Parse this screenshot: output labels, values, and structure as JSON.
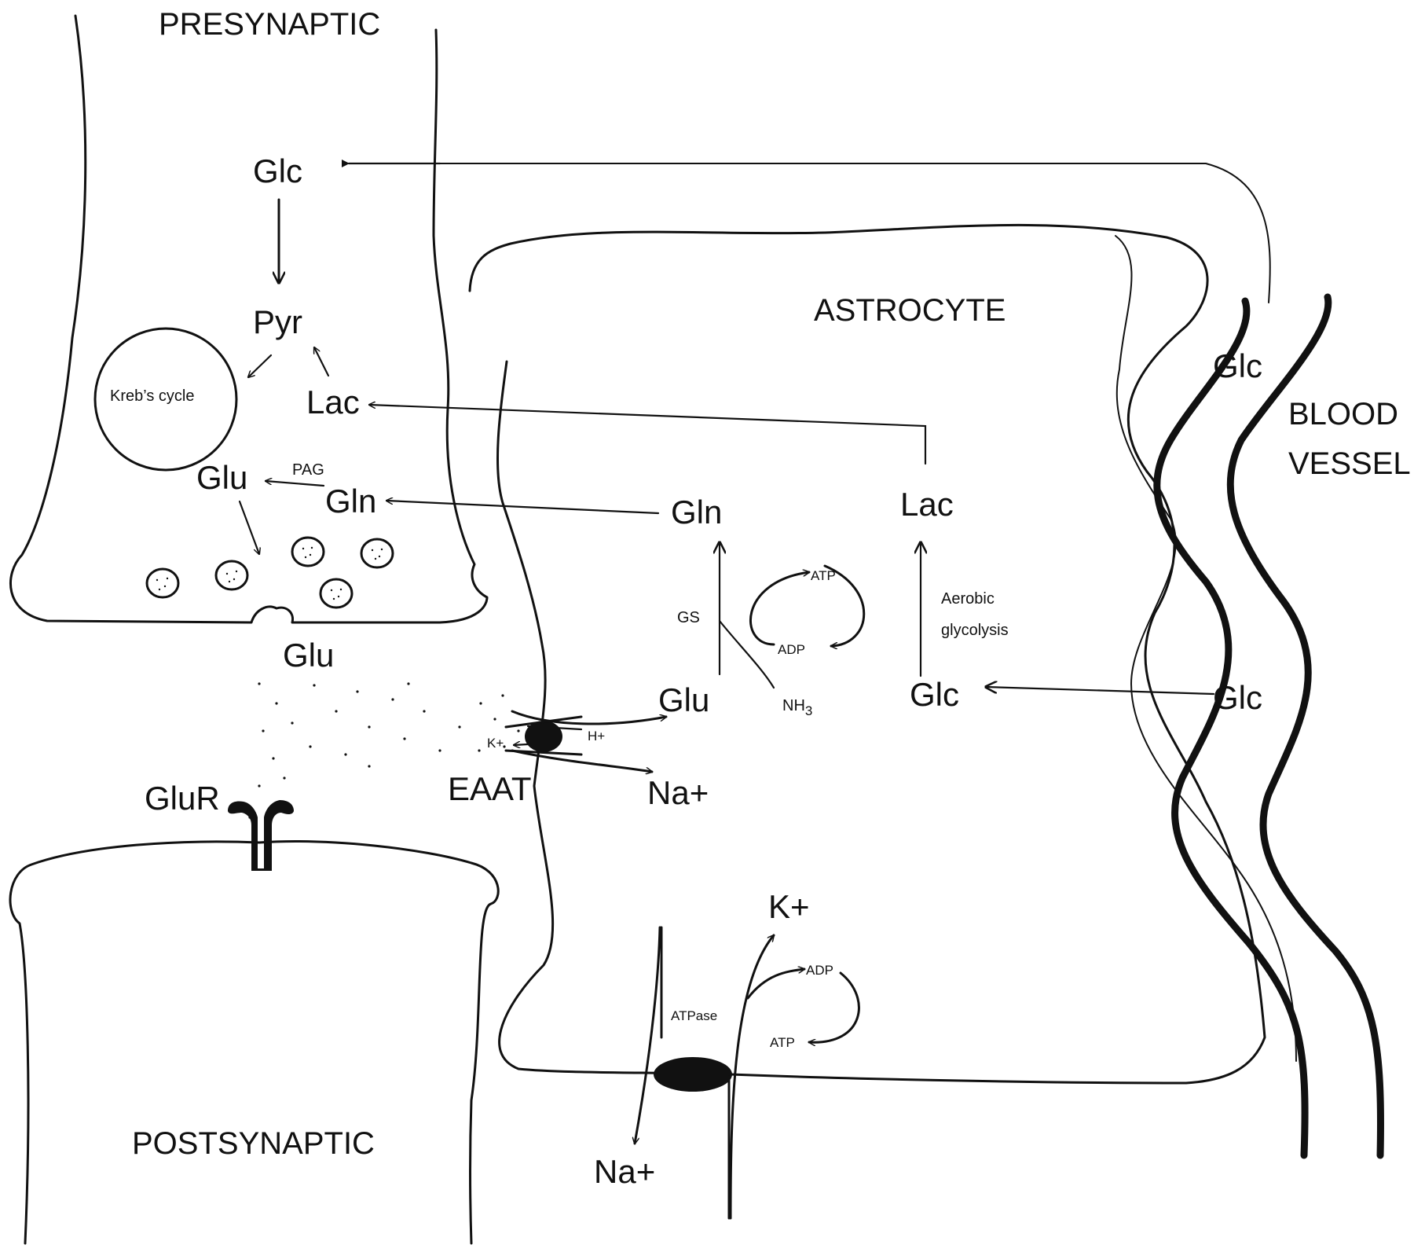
{
  "regions": {
    "presynaptic": "PRESYNAPTIC",
    "postsynaptic": "POSTSYNAPTIC",
    "astrocyte": "ASTROCYTE",
    "blood_vessel_line1": "BLOOD",
    "blood_vessel_line2": "VESSEL"
  },
  "presynaptic": {
    "glc": "Glc",
    "pyr": "Pyr",
    "krebs": "Kreb’s cycle",
    "lac": "Lac",
    "glu": "Glu",
    "pag": "PAG",
    "gln": "Gln"
  },
  "cleft": {
    "glu": "Glu",
    "glur": "GluR"
  },
  "eaat": {
    "label": "EAAT",
    "h": "H+",
    "k": "K+",
    "na": "Na+"
  },
  "astrocyte": {
    "glu": "Glu",
    "gln": "Gln",
    "gs": "GS",
    "nh3_main": "NH",
    "nh3_sub": "3",
    "atp": "ATP",
    "adp": "ADP",
    "lac": "Lac",
    "glc": "Glc",
    "aerobic_line1": "Aerobic",
    "aerobic_line2": "glycolysis"
  },
  "vessel": {
    "glc_top": "Glc",
    "glc_bottom": "Glc"
  },
  "atpase": {
    "label": "ATPase",
    "k": "K+",
    "na": "Na+",
    "adp": "ADP",
    "atp": "ATP"
  }
}
